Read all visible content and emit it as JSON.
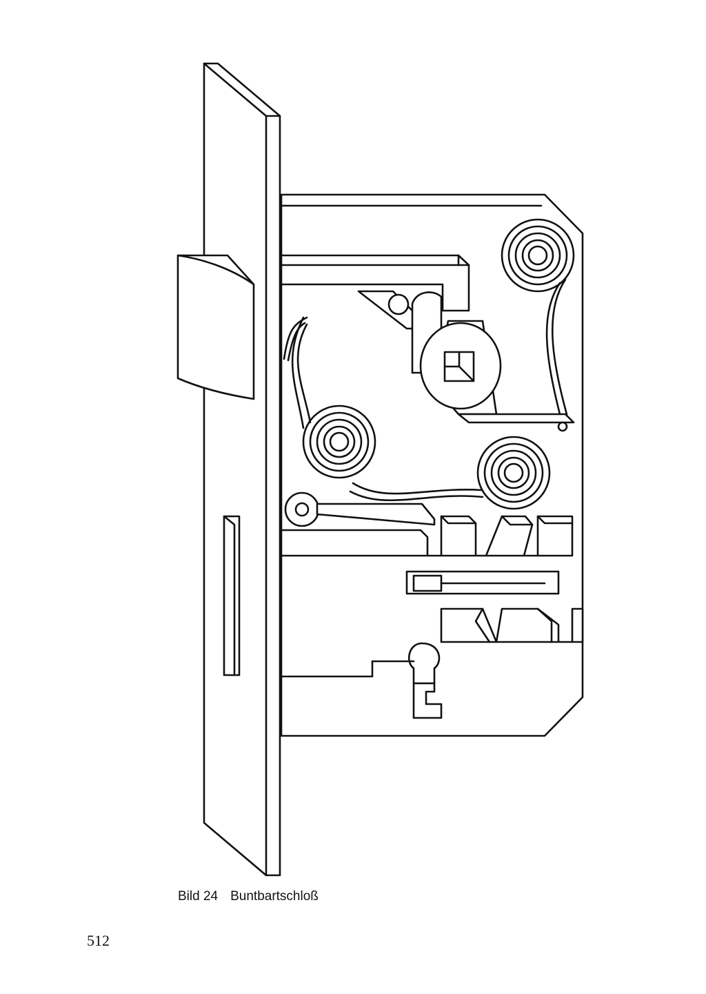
{
  "figure": {
    "label": "Bild 24",
    "title": "Buntbartschloß"
  },
  "page_number": "512"
}
